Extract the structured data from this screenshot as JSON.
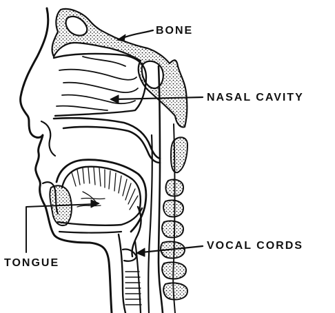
{
  "labels": {
    "bone": "BONE",
    "nasal_cavity": "NASAL CAVITY",
    "vocal_cords": "VOCAL CORDS",
    "tongue": "TONGUE"
  },
  "colors": {
    "ink": "#111111",
    "paper": "#ffffff"
  }
}
